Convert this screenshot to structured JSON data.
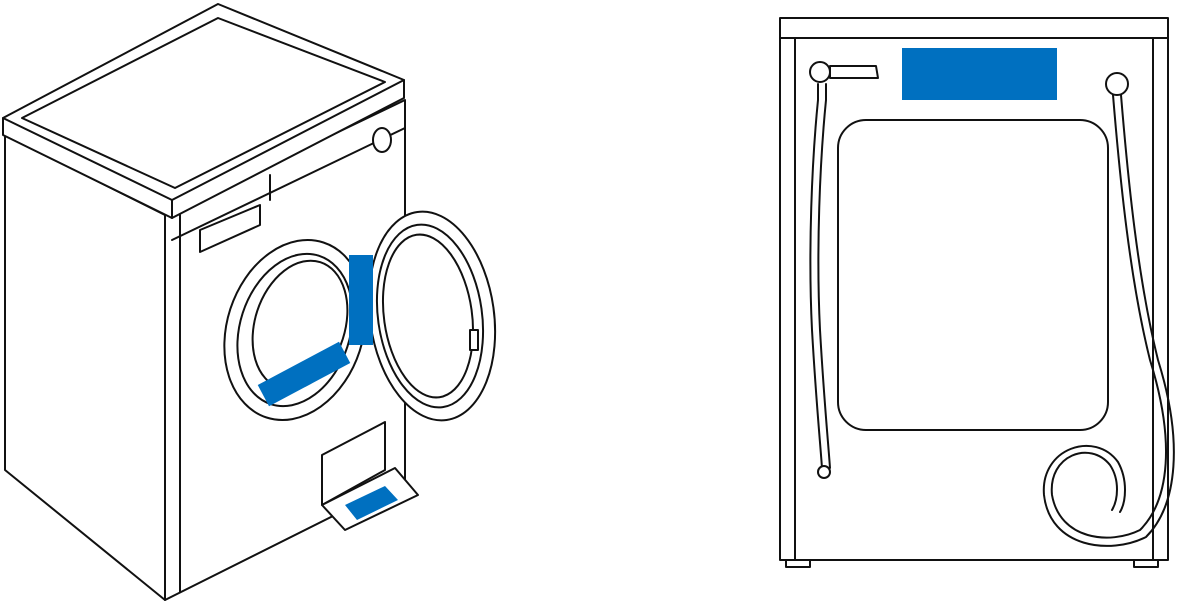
{
  "diagram": {
    "subjects": [
      "washing-machine-front-open-door",
      "washing-machine-rear"
    ],
    "highlight_color": "#0070c0",
    "line_color": "#111111",
    "highlighted_regions": [
      "door-frame-inner",
      "door-hinge-side",
      "filter-flap",
      "rear-top-panel"
    ]
  }
}
